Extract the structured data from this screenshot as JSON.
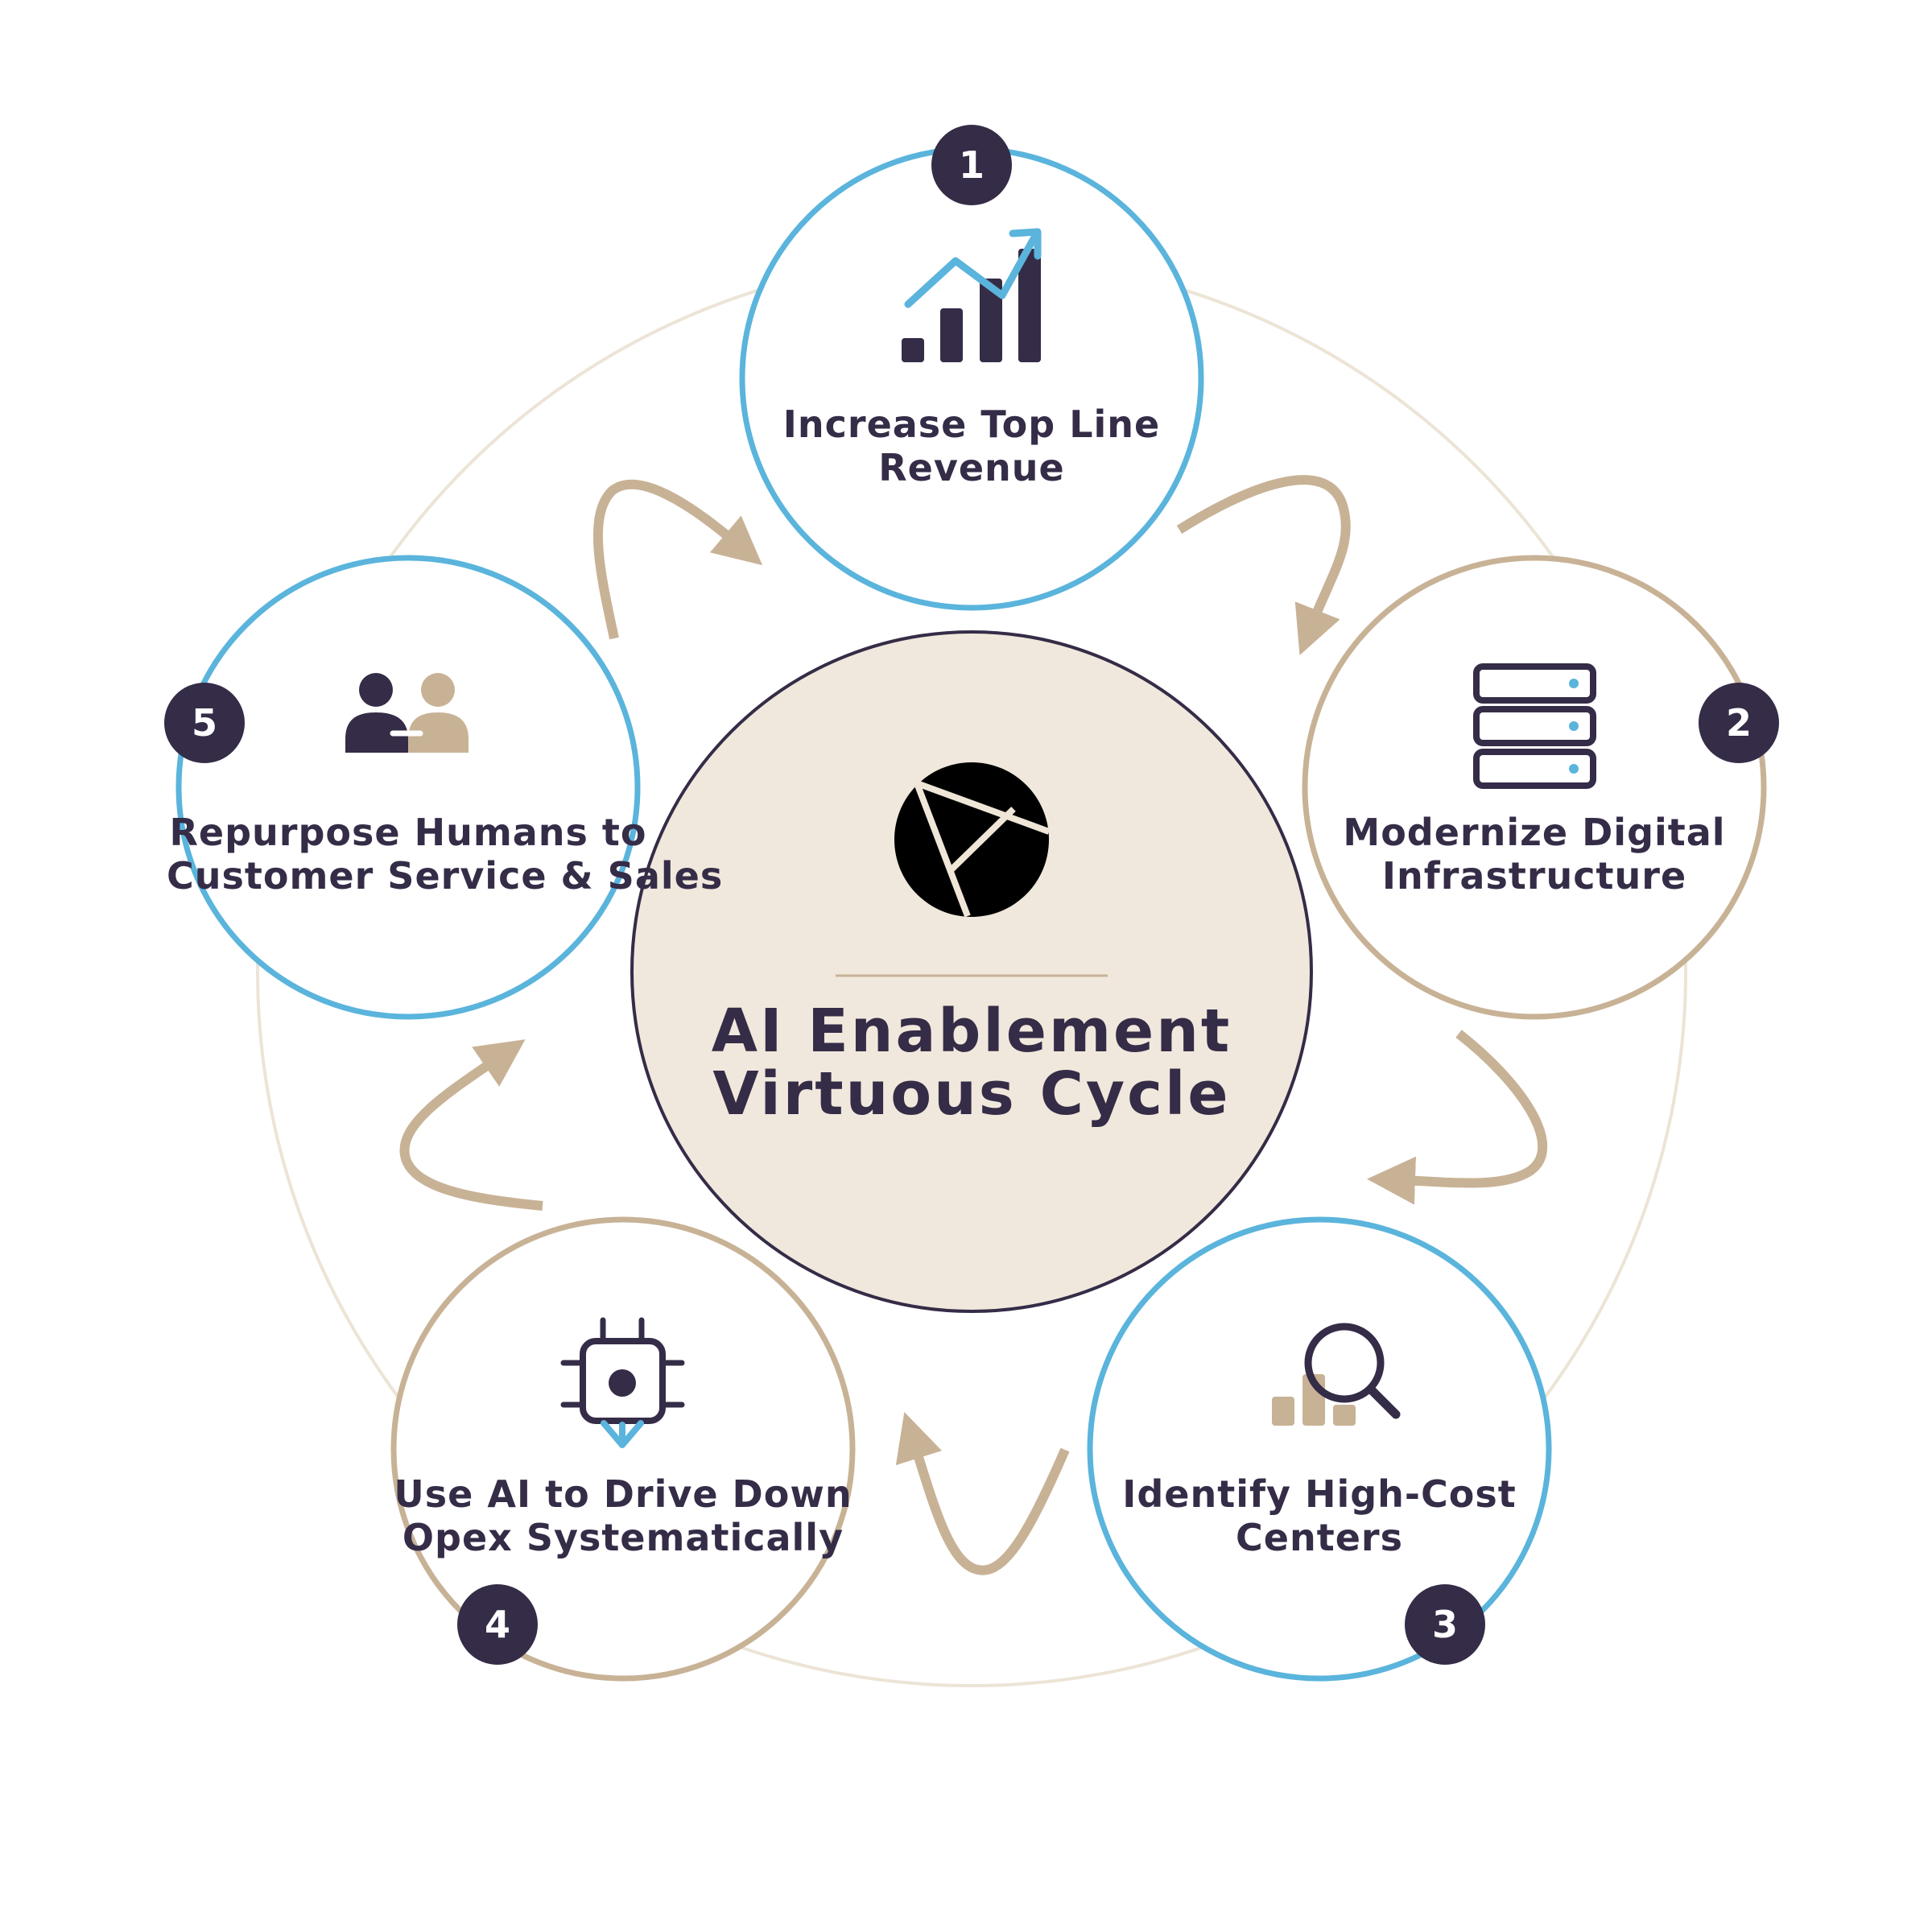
{
  "colors": {
    "dark": "#352c47",
    "blue": "#5ab4dc",
    "tan": "#c8b296",
    "cream": "#f0e8dc",
    "ring": "#ece4d6"
  },
  "center": {
    "title_line1": "AI Enablement",
    "title_line2": "Virtuous Cycle",
    "logo_icon": "aperture-logo-icon"
  },
  "steps": [
    {
      "number": "1",
      "line1": "Increase Top Line",
      "line2": "Revenue",
      "icon": "growth-chart-icon",
      "ring_color": "blue"
    },
    {
      "number": "2",
      "line1": "Modernize Digital",
      "line2": "Infrastructure",
      "icon": "server-stack-icon",
      "ring_color": "tan"
    },
    {
      "number": "3",
      "line1": "Identify High-Cost",
      "line2": "Centers",
      "icon": "magnify-chart-icon",
      "ring_color": "blue"
    },
    {
      "number": "4",
      "line1": "Use AI to Drive Down",
      "line2": "Opex Systematically",
      "icon": "chip-down-icon",
      "ring_color": "tan"
    },
    {
      "number": "5",
      "line1": "Repurpose Humans to",
      "line2": "Customer Service & Sales",
      "icon": "people-handshake-icon",
      "ring_color": "blue"
    }
  ]
}
